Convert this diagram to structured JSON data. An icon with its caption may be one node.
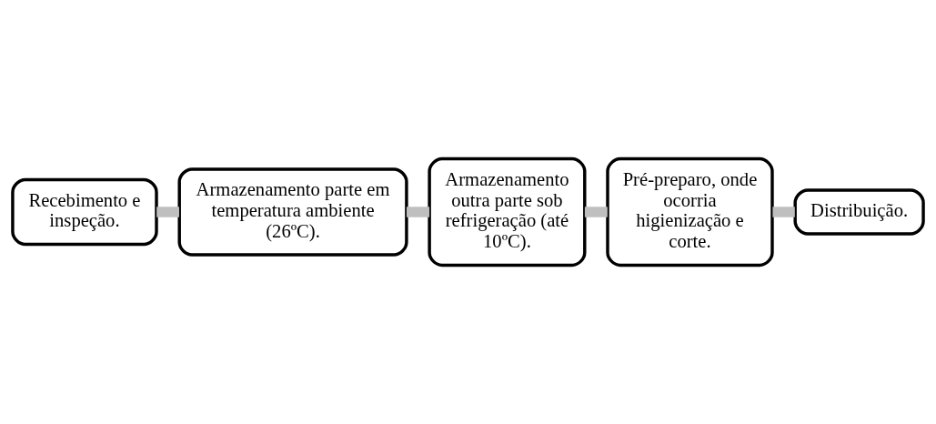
{
  "diagram": {
    "nodes": [
      {
        "text": [
          "Recebimento e inspeção."
        ]
      },
      {
        "text": [
          "Armazenamento parte em temperatura ambiente (26ºC)."
        ]
      },
      {
        "text": [
          "Armazenamento outra parte sob refrigeração (até 10ºC)."
        ]
      },
      {
        "text": [
          "Pré-preparo, onde ocorria higienização e corte."
        ]
      },
      {
        "text": [
          "Distribuição."
        ]
      }
    ],
    "edges": [
      {
        "from": 0,
        "to": 1,
        "arrow": "none"
      },
      {
        "from": 1,
        "to": 2,
        "arrow": "none"
      },
      {
        "from": 2,
        "to": 3,
        "arrow": "none"
      },
      {
        "from": 3,
        "to": 4,
        "arrow": "none"
      }
    ]
  }
}
